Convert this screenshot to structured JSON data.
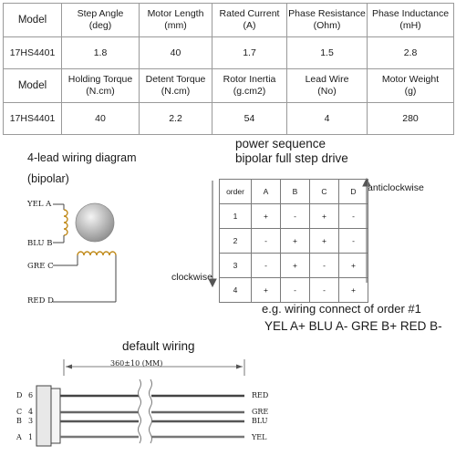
{
  "specs_table": {
    "row1_headers": [
      "Model",
      "Step Angle\n(deg)",
      "Motor Length\n(mm)",
      "Rated Current\n(A)",
      "Phase Resistance\n(Ohm)",
      "Phase Inductance\n(mH)"
    ],
    "row1_values": [
      "17HS4401",
      "1.8",
      "40",
      "1.7",
      "1.5",
      "2.8"
    ],
    "row2_headers": [
      "Model",
      "Holding Torque\n(N.cm)",
      "Detent Torque\n(N.cm)",
      "Rotor Inertia\n(g.cm2)",
      "Lead Wire\n(No)",
      "Motor Weight\n(g)"
    ],
    "row2_values": [
      "17HS4401",
      "40",
      "2.2",
      "54",
      "4",
      "280"
    ]
  },
  "wiring_diagram": {
    "title": "4-lead wiring diagram",
    "subtitle": "(bipolar)",
    "labels": [
      "YEL A",
      "BLU B",
      "GRE C",
      "RED D"
    ]
  },
  "power_sequence": {
    "title_line1": "power sequence",
    "title_line2": "bipolar full step drive",
    "anticlockwise_label": "anticlockwise",
    "clockwise_label": "clockwise",
    "headers": [
      "order",
      "A",
      "B",
      "C",
      "D"
    ],
    "rows": [
      [
        "1",
        "+",
        "-",
        "+",
        "-"
      ],
      [
        "2",
        "-",
        "+",
        "+",
        "-"
      ],
      [
        "3",
        "-",
        "+",
        "-",
        "+"
      ],
      [
        "4",
        "+",
        "-",
        "-",
        "+"
      ]
    ]
  },
  "example": {
    "line1": "e.g. wiring connect of order #1",
    "line2": "YEL A+ BLU A- GRE B+ RED B-"
  },
  "default_wiring": {
    "title": "default wiring",
    "length_label": "360±10 (MM)",
    "pin_letters": [
      "D",
      "C",
      "B",
      "A"
    ],
    "pin_numbers": [
      "6",
      "4",
      "3",
      "1"
    ],
    "wire_labels": [
      "RED",
      "GRE",
      "BLU",
      "YEL"
    ]
  }
}
